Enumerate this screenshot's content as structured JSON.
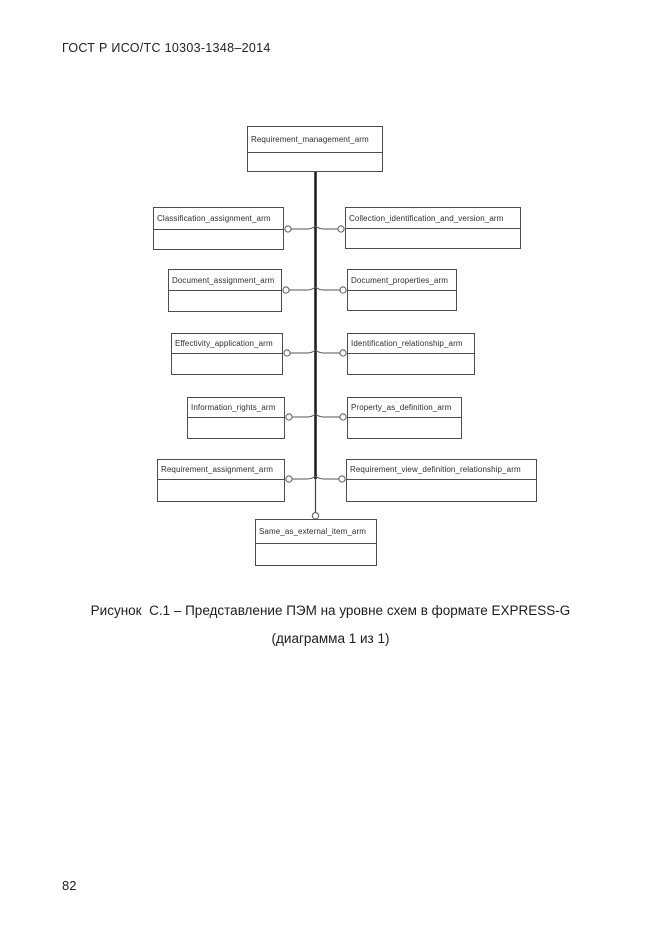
{
  "page": {
    "header": "ГОСТ Р ИСО/ТС 10303-1348–2014",
    "page_number": "82"
  },
  "figure_caption": {
    "line1": "Рисунок  С.1 – Представление ПЭМ на уровне схем в формате EXPRESS-G",
    "line2": "(диаграмма 1 из 1)"
  },
  "diagram": {
    "type": "express-g-schema-level-diagram",
    "top_box": "Requirement_management_arm",
    "left_boxes": [
      "Classification_assignment_arm",
      "Document_assignment_arm",
      "Effectivity_application_arm",
      "Information_rights_arm",
      "Requirement_assignment_arm"
    ],
    "right_boxes": [
      "Collection_identification_and_version_arm",
      "Document_properties_arm",
      "Identification_relationship_arm",
      "Property_as_definition_arm",
      "Requirement_view_definition_relationship_arm"
    ],
    "bottom_box": "Same_as_external_item_arm",
    "line_color": "#555555",
    "trunk_color": "#222222"
  }
}
